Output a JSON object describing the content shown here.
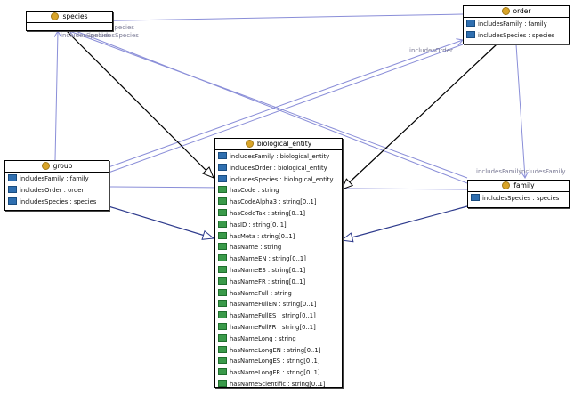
{
  "colors": {
    "inheritance": "#000000",
    "association": "#8a8ed8",
    "class_dot": "#d9a428",
    "object_prop": "#2f6fb0",
    "datatype_prop": "#3a9a4a"
  },
  "classes": {
    "species": {
      "name": "species",
      "attributes": []
    },
    "order": {
      "name": "order",
      "attributes": [
        {
          "kind": "object",
          "name": "includesFamily",
          "type": "family"
        },
        {
          "kind": "object",
          "name": "includesSpecies",
          "type": "species"
        }
      ]
    },
    "group": {
      "name": "group",
      "attributes": [
        {
          "kind": "object",
          "name": "includesFamily",
          "type": "family"
        },
        {
          "kind": "object",
          "name": "includesOrder",
          "type": "order"
        },
        {
          "kind": "object",
          "name": "includesSpecies",
          "type": "species"
        }
      ]
    },
    "family": {
      "name": "family",
      "attributes": [
        {
          "kind": "object",
          "name": "includesSpecies",
          "type": "species"
        }
      ]
    },
    "biological_entity": {
      "name": "biological_entity",
      "attributes": [
        {
          "kind": "object",
          "name": "includesFamily",
          "type": "biological_entity"
        },
        {
          "kind": "object",
          "name": "includesOrder",
          "type": "biological_entity"
        },
        {
          "kind": "object",
          "name": "includesSpecies",
          "type": "biological_entity"
        },
        {
          "kind": "data",
          "name": "hasCode",
          "type": "string"
        },
        {
          "kind": "data",
          "name": "hasCodeAlpha3",
          "type": "string[0..1]"
        },
        {
          "kind": "data",
          "name": "hasCodeTax",
          "type": "string[0..1]"
        },
        {
          "kind": "data",
          "name": "hasID",
          "type": "string[0..1]"
        },
        {
          "kind": "data",
          "name": "hasMeta",
          "type": "string[0..1]"
        },
        {
          "kind": "data",
          "name": "hasName",
          "type": "string"
        },
        {
          "kind": "data",
          "name": "hasNameEN",
          "type": "string[0..1]"
        },
        {
          "kind": "data",
          "name": "hasNameES",
          "type": "string[0..1]"
        },
        {
          "kind": "data",
          "name": "hasNameFR",
          "type": "string[0..1]"
        },
        {
          "kind": "data",
          "name": "hasNameFull",
          "type": "string"
        },
        {
          "kind": "data",
          "name": "hasNameFullEN",
          "type": "string[0..1]"
        },
        {
          "kind": "data",
          "name": "hasNameFullES",
          "type": "string[0..1]"
        },
        {
          "kind": "data",
          "name": "hasNameFullFR",
          "type": "string[0..1]"
        },
        {
          "kind": "data",
          "name": "hasNameLong",
          "type": "string"
        },
        {
          "kind": "data",
          "name": "hasNameLongEN",
          "type": "string[0..1]"
        },
        {
          "kind": "data",
          "name": "hasNameLongES",
          "type": "string[0..1]"
        },
        {
          "kind": "data",
          "name": "hasNameLongFR",
          "type": "string[0..1]"
        },
        {
          "kind": "data",
          "name": "hasNameScientific",
          "type": "string[0..1]"
        }
      ]
    }
  },
  "edge_labels": {
    "species_a": "includesSpecies",
    "species_b": "includesSpecies",
    "species_c": "includesSpecies",
    "order": "includesOrder",
    "family_a": "includesFamily",
    "family_b": "includesFamily"
  }
}
